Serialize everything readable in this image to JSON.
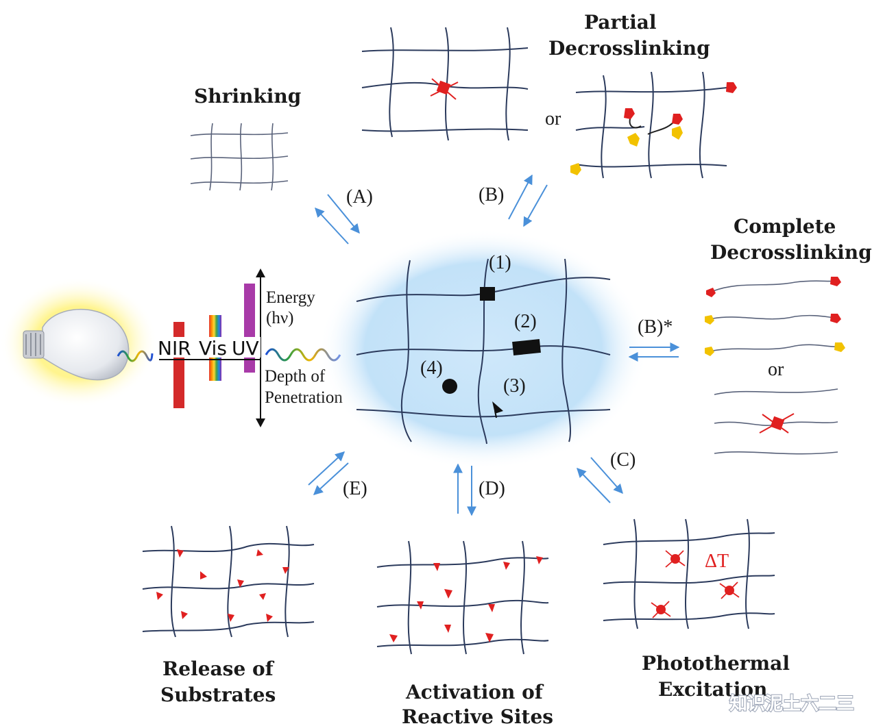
{
  "labels": {
    "shrinking": "Shrinking",
    "partial_1": "Partial",
    "partial_2": "Decrosslinking",
    "or_top": "or",
    "complete_1": "Complete",
    "complete_2": "Decrosslinking",
    "or_right": "or",
    "release_1": "Release of",
    "release_2": "Substrates",
    "activation_1": "Activation of",
    "activation_2": "Reactive Sites",
    "photothermal_1": "Photothermal",
    "photothermal_2": "Excitation",
    "delta_t": "ΔT"
  },
  "pathways": {
    "A": "(A)",
    "B": "(B)",
    "B_star": "(B)*",
    "C": "(C)",
    "D": "(D)",
    "E": "(E)"
  },
  "sites": {
    "s1": "(1)",
    "s2": "(2)",
    "s3": "(3)",
    "s4": "(4)"
  },
  "spectrum": {
    "nir": "NIR",
    "vis": "Vis",
    "uv": "UV",
    "energy_1": "Energy",
    "energy_2": "(hν)",
    "depth_1": "Depth of",
    "depth_2": "Penetration"
  },
  "watermark": "知识泥土六二三",
  "colors": {
    "network": "#2b3a5c",
    "red": "#e02020",
    "yellow": "#f2c200",
    "arrow_blue": "#4a90d9",
    "glow": "#a9d4f2",
    "nir_bar": "#d42a2a",
    "uv_bar": "#a83aa8"
  },
  "icons": [
    "light-bulb-icon",
    "up-down-arrow-icon"
  ]
}
